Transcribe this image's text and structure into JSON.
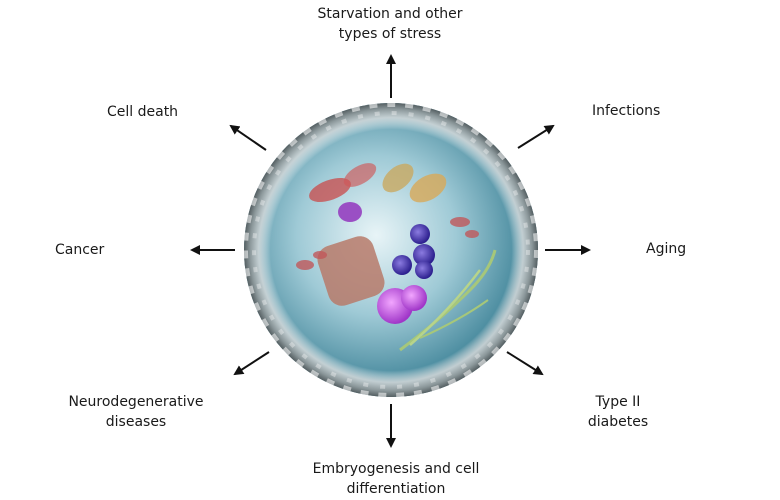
{
  "labels": {
    "top_line1": "Starvation and other",
    "top_line2": "types of stress",
    "top_right": "Infections",
    "right": "Aging",
    "bottom_right_line1": "Type II",
    "bottom_right_line2": "diabetes",
    "bottom_line1": "Embryogenesis and cell",
    "bottom_line2": "differentiation",
    "bottom_left_line1": "Neurodegenerative",
    "bottom_left_line2": "diseases",
    "left": "Cancer",
    "top_left": "Cell death"
  }
}
